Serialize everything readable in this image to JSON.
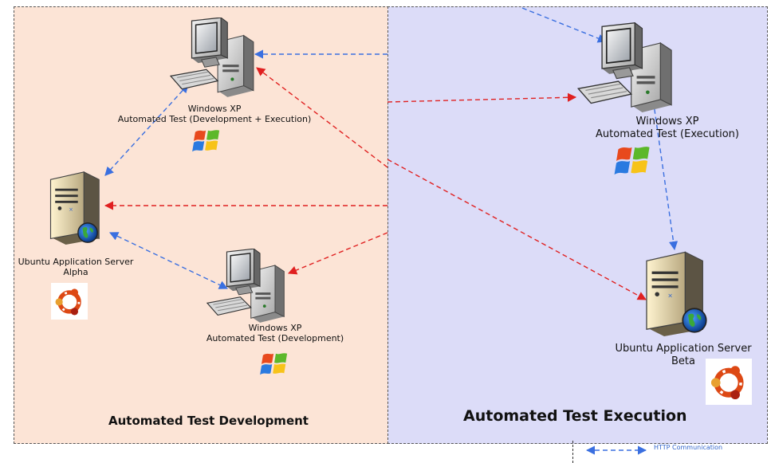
{
  "zones": {
    "development": {
      "title": "Automated Test Development"
    },
    "execution": {
      "title": "Automated Test Execution"
    }
  },
  "nodes": {
    "xp_dev_exec": {
      "line1": "Windows XP",
      "line2": "Automated Test (Development + Execution)"
    },
    "xp_dev": {
      "line1": "Windows XP",
      "line2": "Automated Test (Development)"
    },
    "xp_exec": {
      "line1": "Windows XP",
      "line2": "Automated Test (Execution)"
    },
    "server_alpha": {
      "line1": "Ubuntu Application Server",
      "line2": "Alpha"
    },
    "server_beta": {
      "line1": "Ubuntu Application Server",
      "line2": "Beta"
    }
  },
  "legend": {
    "label": "HTTP Communication"
  },
  "colors": {
    "http_arrow": "#3a6fe0",
    "red_arrow": "#e02020",
    "dev_bg": "#fce4d6",
    "exec_bg": "#dcdcf8"
  }
}
